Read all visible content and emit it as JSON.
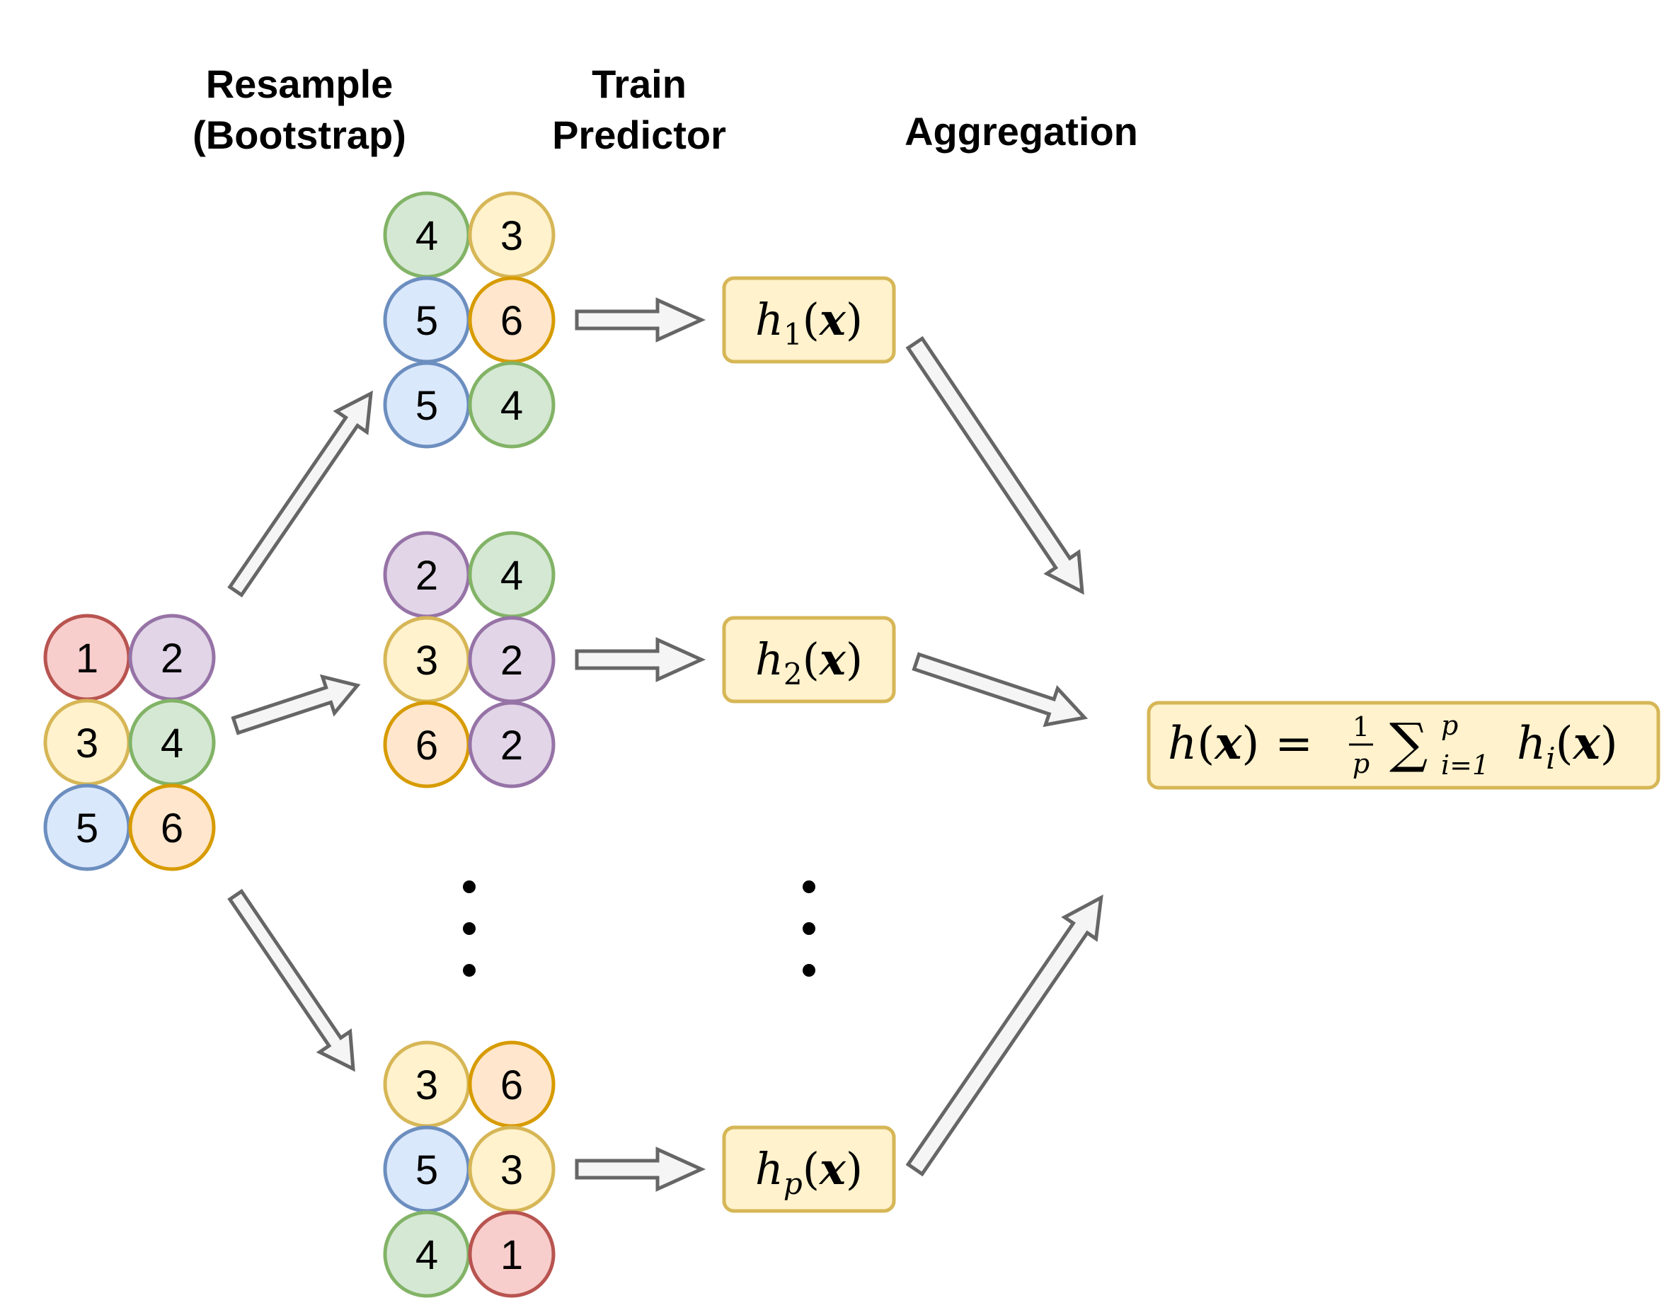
{
  "headers": {
    "resample_line1": "Resample",
    "resample_line2": "(Bootstrap)",
    "train_line1": "Train",
    "train_line2": "Predictor",
    "aggregation": "Aggregation"
  },
  "palette": {
    "1": {
      "fill": "#f8cecc",
      "stroke": "#b85450"
    },
    "2": {
      "fill": "#e1d5e7",
      "stroke": "#9673a6"
    },
    "3": {
      "fill": "#fff2cc",
      "stroke": "#d6b656"
    },
    "4": {
      "fill": "#d5e8d4",
      "stroke": "#82b366"
    },
    "5": {
      "fill": "#dae8fc",
      "stroke": "#6c8ebf"
    },
    "6": {
      "fill": "#ffe6cc",
      "stroke": "#d79b00"
    }
  },
  "original_dataset": [
    "1",
    "2",
    "3",
    "4",
    "5",
    "6"
  ],
  "bootstrap_samples": [
    [
      "4",
      "3",
      "5",
      "6",
      "5",
      "4"
    ],
    [
      "2",
      "4",
      "3",
      "2",
      "6",
      "2"
    ],
    [
      "3",
      "6",
      "5",
      "3",
      "4",
      "1"
    ]
  ],
  "predictors": [
    {
      "h": "h",
      "sub": "1",
      "open": "(",
      "x": "x",
      "close": ")"
    },
    {
      "h": "h",
      "sub": "2",
      "open": "(",
      "x": "x",
      "close": ")"
    },
    {
      "h": "h",
      "sub": "p",
      "open": "(",
      "x": "x",
      "close": ")"
    }
  ],
  "aggregate": {
    "lhs_h": "h",
    "lhs_open": "(",
    "lhs_x": "x",
    "lhs_close": ")",
    "equals": "=",
    "frac_num": "1",
    "frac_den": "p",
    "sum": "∑",
    "sum_upper": "p",
    "sum_lower": "i=1",
    "rhs_h": "h",
    "rhs_sub": "i",
    "rhs_open": "(",
    "rhs_x": "x",
    "rhs_close": ")"
  },
  "ellipsis_icon": "vertical-ellipsis"
}
